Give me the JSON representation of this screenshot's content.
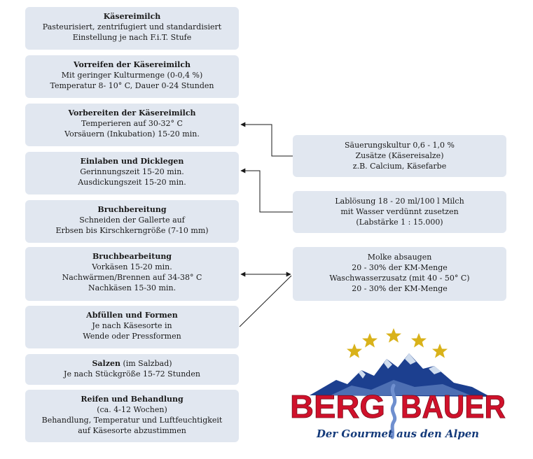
{
  "steps": [
    {
      "title": "Käsereimilch",
      "lines": [
        "Pasteurisiert, zentrifugiert und standardisiert",
        "Einstellung je nach F.i.T. Stufe"
      ]
    },
    {
      "title": "Vorreifen der Käsereimilch",
      "lines": [
        "Mit geringer Kulturmenge (0-0,4 %)",
        "Temperatur 8- 10° C, Dauer 0-24 Stunden"
      ]
    },
    {
      "title": "Vorbereiten der Käsereimilch",
      "lines": [
        "Temperieren auf 30-32° C",
        "Vorsäuern (Inkubation) 15-20 min."
      ]
    },
    {
      "title": "Einlaben und Dicklegen",
      "lines": [
        "Gerinnungszeit 15-20 min.",
        "Ausdickungszeit 15-20 min."
      ]
    },
    {
      "title": "Bruchbereitung",
      "lines": [
        "Schneiden der Gallerte auf",
        "Erbsen bis Kirschkerngröße (7-10 mm)"
      ]
    },
    {
      "title": "Bruchbearbeitung",
      "lines": [
        "Vorkäsen 15-20 min.",
        "Nachwärmen/Brennen auf 34-38° C",
        "Nachkäsen 15-30 min."
      ]
    },
    {
      "title": "Abfüllen und Formen",
      "lines": [
        "Je nach Käsesorte in",
        "Wende oder Pressformen"
      ]
    },
    {
      "title": "Salzen",
      "title_suffix": " (im Salzbad)",
      "lines": [
        "Je nach Stückgröße 15-72 Stunden"
      ]
    },
    {
      "title": "Reifen und Behandlung",
      "lines": [
        "(ca. 4-12 Wochen)",
        "Behandlung, Temperatur und Luftfeuchtigkeit",
        "auf Käsesorte abzustimmen"
      ]
    }
  ],
  "side_boxes": [
    {
      "lines": [
        "Säuerungskultur 0,6 - 1,0 %",
        "Zusätze (Käsereisalze)",
        "z.B. Calcium, Käsefarbe"
      ]
    },
    {
      "lines": [
        "Lablösung 18 - 20 ml/100 l Milch",
        "mit Wasser verdünnt zusetzen",
        "(Labstärke 1 : 15.000)"
      ]
    },
    {
      "lines": [
        "Molke absaugen",
        "20 - 30% der KM-Menge",
        "Waschwasserzusatz (mit 40 - 50° C)",
        "20 - 30% der KM-Menge"
      ]
    }
  ],
  "logo": {
    "brand_left": "BERG",
    "brand_right": "BAUER",
    "tagline": "Der Gourmet aus den Alpen",
    "colors": {
      "red": "#d0112b",
      "blue": "#1c3f8f",
      "gold": "#d9b21a",
      "navy": "#143a7a"
    }
  },
  "colors": {
    "box": "#e1e7f0",
    "arrow": "#1a1a1a"
  }
}
